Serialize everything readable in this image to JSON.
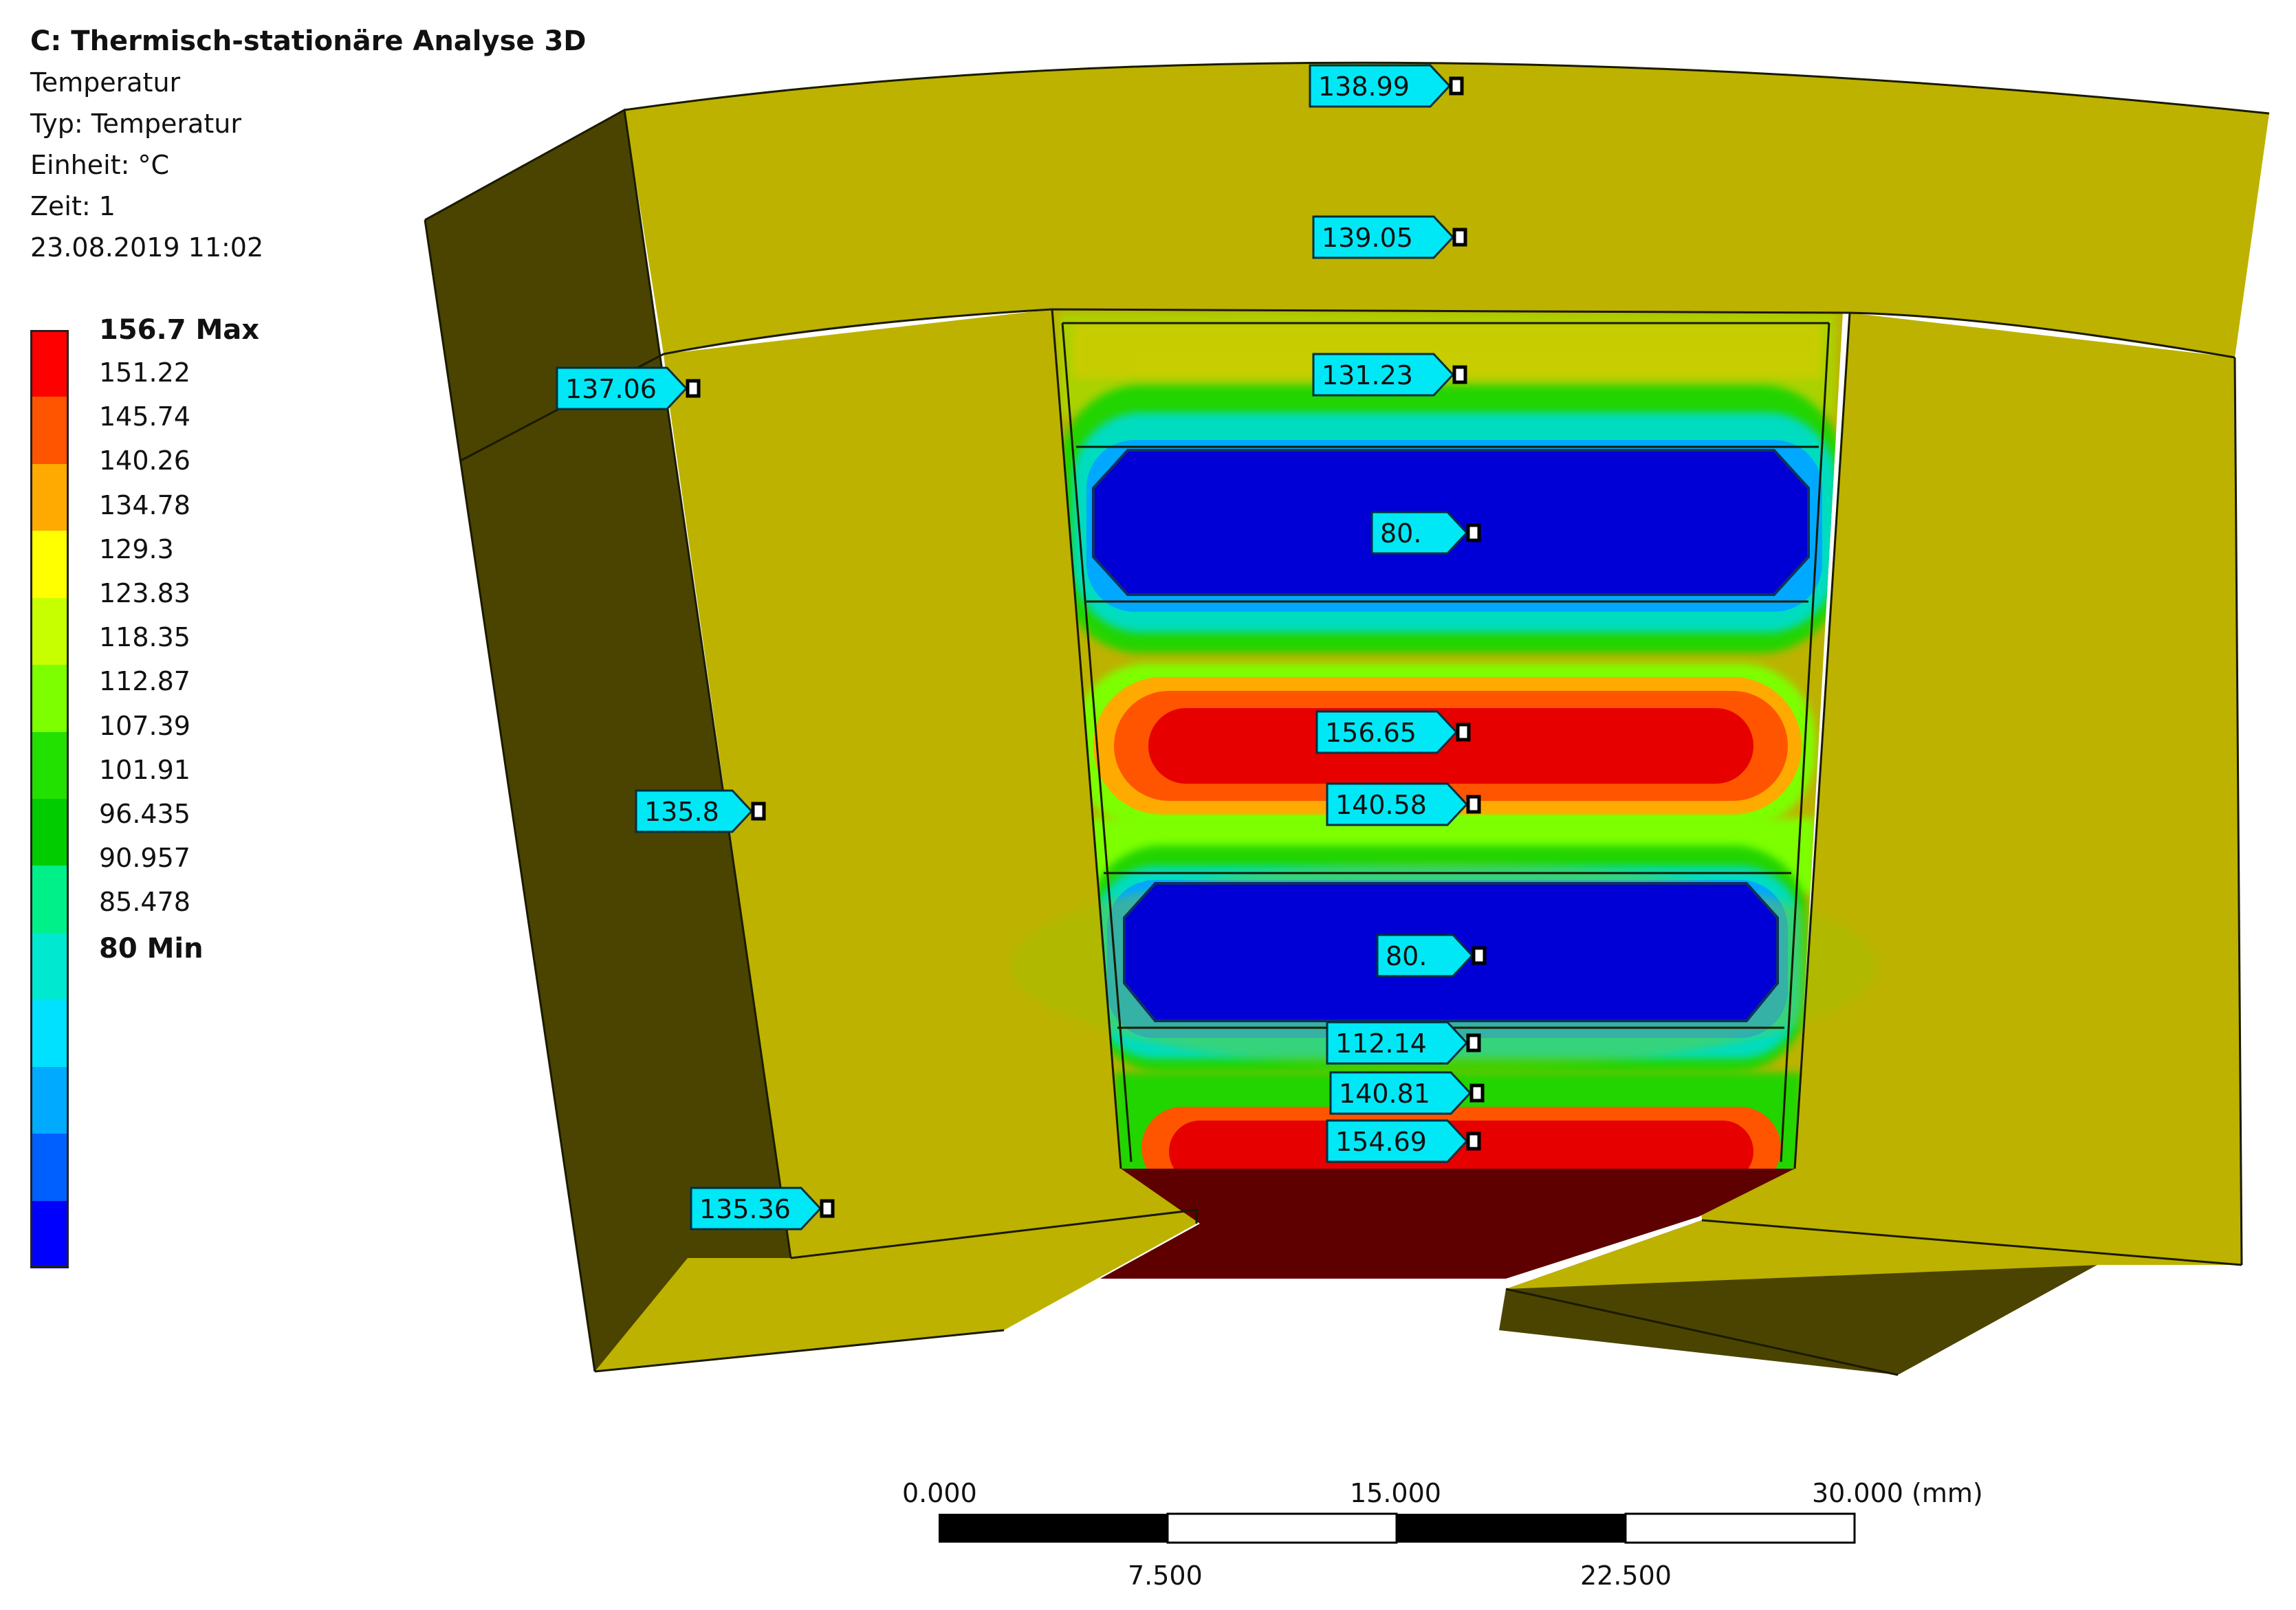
{
  "header": {
    "title": "C: Thermisch-stationäre Analyse 3D",
    "result": "Temperatur",
    "type": "Typ: Temperatur",
    "unit": "Einheit: °C",
    "time": "Zeit: 1",
    "date": "23.08.2019 11:02"
  },
  "legend": {
    "max_label": "156.7 Max",
    "min_label": "80 Min",
    "levels": [
      "151.22",
      "145.74",
      "140.26",
      "134.78",
      "129.3",
      "123.83",
      "118.35",
      "112.87",
      "107.39",
      "101.91",
      "96.435",
      "90.957",
      "85.478"
    ],
    "colors": [
      "#ff0000",
      "#ff5500",
      "#ffaa00",
      "#ffff00",
      "#c8ff00",
      "#7dff00",
      "#22e000",
      "#00cc00",
      "#00f089",
      "#00e8cf",
      "#00e0ff",
      "#00aaff",
      "#0060ff",
      "#0000ff"
    ]
  },
  "colors": {
    "body": "#bdb200",
    "side_dark": "#4b4400",
    "slot_dark_red": "#5e0000",
    "probe_fill": "#00e8f6",
    "cold": "#0000d6",
    "hot": "#e60000"
  },
  "probes": [
    {
      "value": "138.99"
    },
    {
      "value": "139.05"
    },
    {
      "value": "131.23"
    },
    {
      "value": "137.06"
    },
    {
      "value": "80."
    },
    {
      "value": "156.65"
    },
    {
      "value": "140.58"
    },
    {
      "value": "135.8"
    },
    {
      "value": "80."
    },
    {
      "value": "112.14"
    },
    {
      "value": "140.81"
    },
    {
      "value": "154.69"
    },
    {
      "value": "135.36"
    }
  ],
  "scale_bar": {
    "top_labels": [
      "0.000",
      "15.000",
      "30.000 (mm)"
    ],
    "bottom_labels": [
      "7.500",
      "22.500"
    ]
  }
}
